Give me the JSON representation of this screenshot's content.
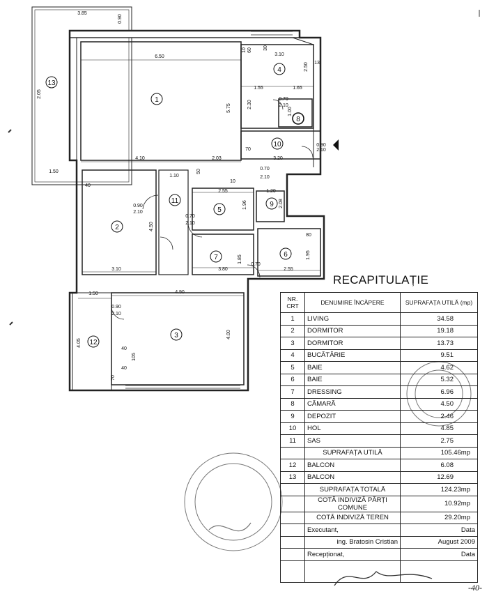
{
  "rooms": [
    {
      "n": "1"
    },
    {
      "n": "2"
    },
    {
      "n": "3"
    },
    {
      "n": "4"
    },
    {
      "n": "5"
    },
    {
      "n": "6"
    },
    {
      "n": "7"
    },
    {
      "n": "8"
    },
    {
      "n": "9"
    },
    {
      "n": "10"
    },
    {
      "n": "11"
    },
    {
      "n": "12"
    },
    {
      "n": "13"
    }
  ],
  "dimensions": [
    "3.85",
    "0.90",
    "2.05",
    "1.50",
    "6.50",
    "5.75",
    "4.10",
    "2.03",
    "3.10",
    "2.50",
    "1.55",
    "1.65",
    "2.30",
    "0.70",
    "2.10",
    "1.00",
    "0.90",
    "2.10",
    "3.20",
    "70",
    "10",
    "0.70",
    "2.10",
    "50",
    "40",
    "1.10",
    "2.55",
    "1.96",
    "1.20",
    "2.08",
    "0.90",
    "2.10",
    "4.50",
    "0.70",
    "2.10",
    "3.10",
    "3.80",
    "1.85",
    "0.70",
    "2.55",
    "1.95",
    "80",
    "1.50",
    "4.90",
    "0.90",
    "2.10",
    "4.05",
    "4.00",
    "105",
    "40",
    "70",
    "40",
    "30",
    "10",
    "60",
    "13"
  ],
  "recap": {
    "title": "RECAPITULAȚIE",
    "headers": {
      "nr": "NR. CRT",
      "name": "DENUMIRE ÎNCĂPERE",
      "area": "SUPRAFAȚA UTILĂ (mp)"
    },
    "rows": [
      {
        "nr": "1",
        "name": "LIVING",
        "area": "34.58"
      },
      {
        "nr": "2",
        "name": "DORMITOR",
        "area": "19.18"
      },
      {
        "nr": "3",
        "name": "DORMITOR",
        "area": "13.73"
      },
      {
        "nr": "4",
        "name": "BUCĂTĂRIE",
        "area": "9.51"
      },
      {
        "nr": "5",
        "name": "BAIE",
        "area": "4.62"
      },
      {
        "nr": "6",
        "name": "BAIE",
        "area": "5.32"
      },
      {
        "nr": "7",
        "name": "DRESSING",
        "area": "6.96"
      },
      {
        "nr": "8",
        "name": "CĂMARĂ",
        "area": "4.50"
      },
      {
        "nr": "9",
        "name": "DEPOZIT",
        "area": "2.46"
      },
      {
        "nr": "10",
        "name": "HOL",
        "area": "4.85"
      },
      {
        "nr": "11",
        "name": "SAS",
        "area": "2.75"
      }
    ],
    "suprafata_utila": {
      "label": "SUPRAFAȚA UTILĂ",
      "value": "105.46mp"
    },
    "balconies": [
      {
        "nr": "12",
        "name": "BALCON",
        "area": "6.08"
      },
      {
        "nr": "13",
        "name": "BALCON",
        "area": "12.69"
      }
    ],
    "suprafata_totala": {
      "label": "SUPRAFAȚA TOTALĂ",
      "value": "124.23mp"
    },
    "cota_comune": {
      "label": "COTĂ INDIVIZĂ PĂRȚI COMUNE",
      "value": "10.92mp"
    },
    "cota_teren": {
      "label": "COTĂ INDIVIZĂ TEREN",
      "value": "29.20mp"
    },
    "executant": {
      "label": "Executant,",
      "name": "ing. Bratosin Cristian",
      "data_label": "Data",
      "date": "August 2009"
    },
    "receptionat": {
      "label": "Recepționat,",
      "data_label": "Data"
    }
  },
  "page_number": "-40-"
}
